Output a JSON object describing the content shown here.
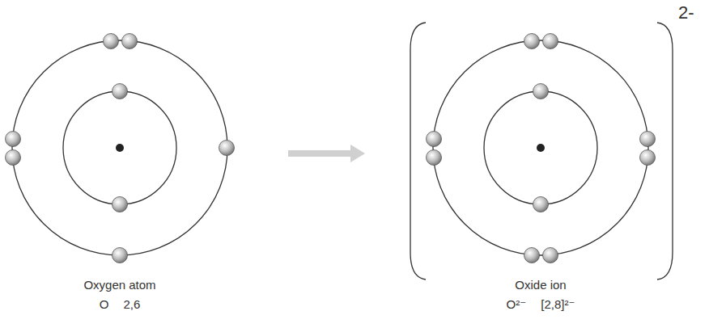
{
  "diagram": {
    "nodes": [
      {
        "text": [
          "Oxygen atom",
          "O 2,6"
        ]
      },
      {
        "text": [
          "Oxide ion",
          "O²⁻ [2,8]²⁻"
        ]
      }
    ],
    "edges": [
      {
        "from": 0,
        "to": 1,
        "arrow": "to"
      }
    ],
    "labels": [
      "2-"
    ]
  }
}
